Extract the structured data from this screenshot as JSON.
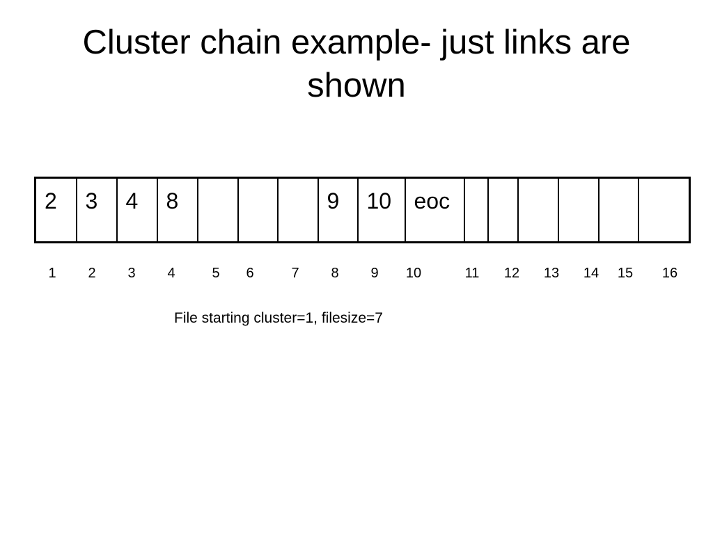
{
  "title": "Cluster chain example- just links are shown",
  "fat_entries": [
    "2",
    "3",
    "4",
    "8",
    "",
    "",
    "",
    "9",
    "10",
    "eoc",
    "",
    "",
    "",
    "",
    "",
    ""
  ],
  "cluster_numbers": [
    "1",
    "2",
    "3",
    "4",
    "5",
    "6",
    "7",
    "8",
    "9",
    "10",
    "11",
    "12",
    "13",
    "14",
    "15",
    "16"
  ],
  "caption": "File starting cluster=1, filesize=7"
}
